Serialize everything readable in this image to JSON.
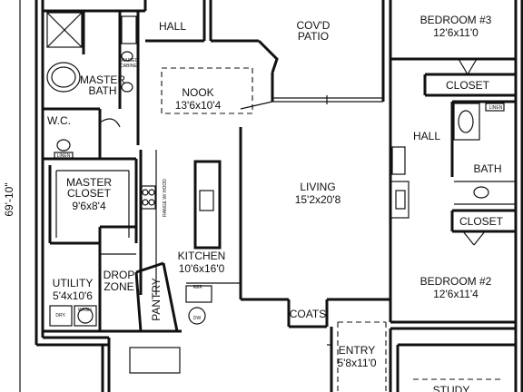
{
  "dimension_left": "69'-10\"",
  "rooms": {
    "hall_top": "HALL",
    "covd_patio_line1": "COV'D",
    "covd_patio_line2": "PATIO",
    "bedroom3_name": "BEDROOM #3",
    "bedroom3_size": "12'6x11'0",
    "master_bath_line1": "MASTER",
    "master_bath_line2": "BATH",
    "raised_cabinet_line1": "RAISED",
    "raised_cabinet_line2": "CABINET",
    "nook_name": "NOOK",
    "nook_size": "13'6x10'4",
    "closet_b3": "CLOSET",
    "wc": "W.C.",
    "linen_1": "LINEN",
    "linen_2": "LINEN",
    "hall_right": "HALL",
    "bath": "BATH",
    "master_closet_line1": "MASTER",
    "master_closet_line2": "CLOSET",
    "master_closet_size": "9'6x8'4",
    "living_name": "LIVING",
    "living_size": "15'2x20'8",
    "closet_b2": "CLOSET",
    "kitchen_name": "KITCHEN",
    "kitchen_size": "10'6x16'0",
    "utility_name": "UTILITY",
    "utility_size": "5'4x10'6",
    "drop_zone_line1": "DROP",
    "drop_zone_line2": "ZONE",
    "pantry": "PANTRY",
    "ref": "REF.",
    "dw": "DW",
    "dry": "DRY.",
    "wash": "WASH.",
    "bedroom2_name": "BEDROOM #2",
    "bedroom2_size": "12'6x11'4",
    "coats": "COATS",
    "entry_name": "ENTRY",
    "entry_size": "5'8x11'0",
    "study": "STUDY",
    "range_w_hood": "RANGE W/ HOOD"
  }
}
